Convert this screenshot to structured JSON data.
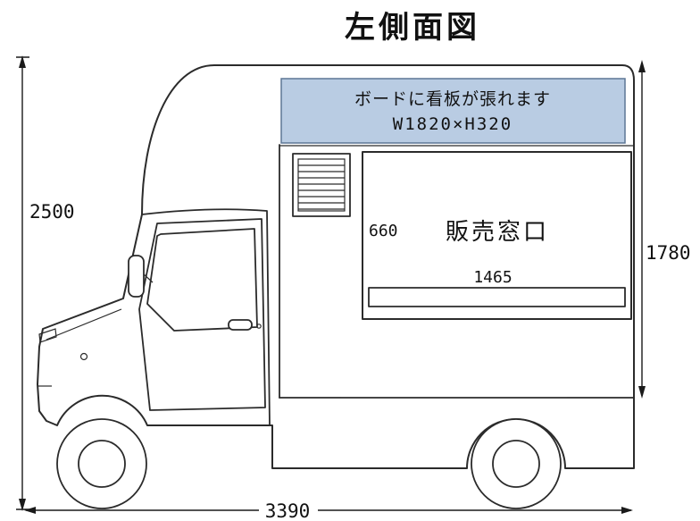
{
  "title": "左側面図",
  "colors": {
    "line": "#2b2b2b",
    "banner_fill": "#b9cce3",
    "banner_border": "#5d7795"
  },
  "banner": {
    "line1": "ボードに看板が張れます",
    "line2": "W1820×H320"
  },
  "sales_window": {
    "label": "販売窓口",
    "height": "660",
    "width": "1465"
  },
  "dimensions": {
    "overall_height": "2500",
    "rear_height": "1780",
    "length": "3390"
  }
}
